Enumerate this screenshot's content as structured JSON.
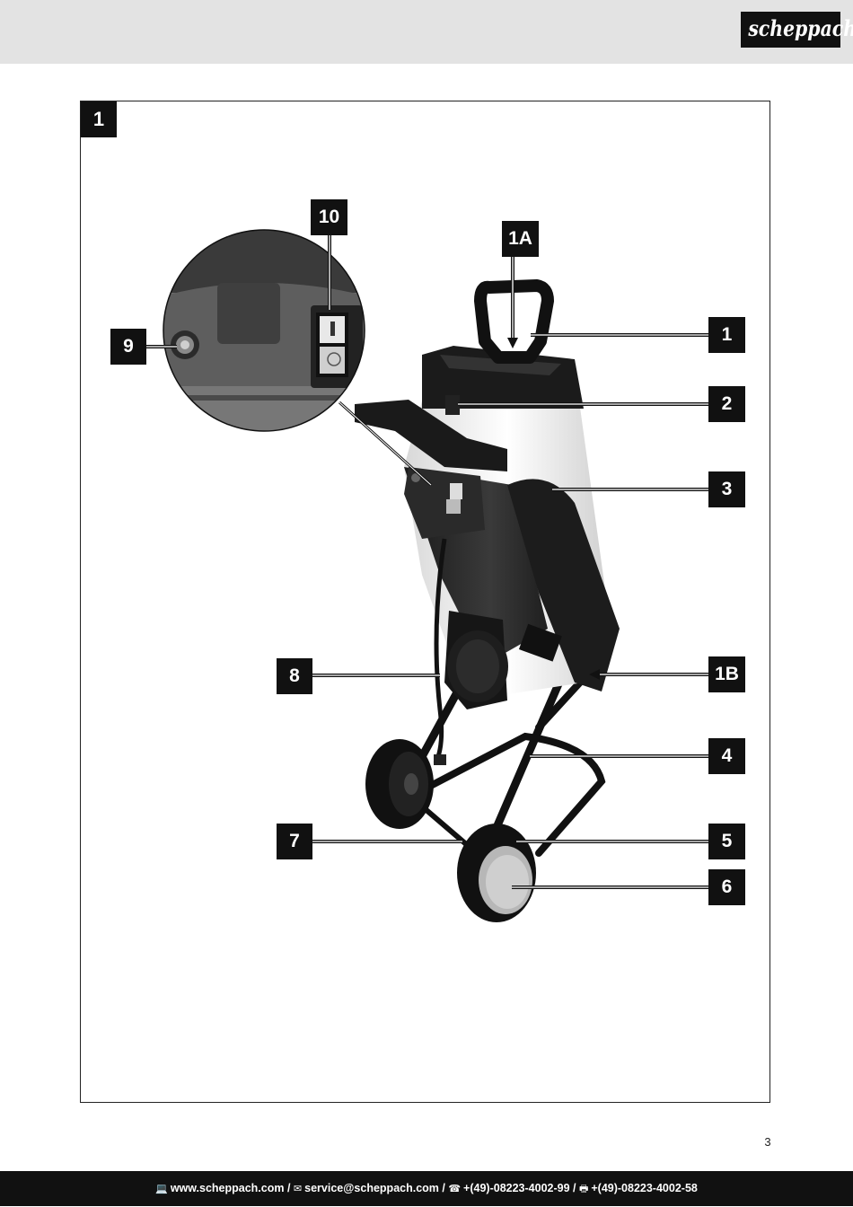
{
  "header": {
    "brand": "scheppach"
  },
  "figure": {
    "number": "1"
  },
  "callouts": [
    {
      "id": "10",
      "label": "10"
    },
    {
      "id": "1A",
      "label": "1A"
    },
    {
      "id": "9",
      "label": "9"
    },
    {
      "id": "1",
      "label": "1"
    },
    {
      "id": "2",
      "label": "2"
    },
    {
      "id": "3",
      "label": "3"
    },
    {
      "id": "8",
      "label": "8"
    },
    {
      "id": "1B",
      "label": "1B"
    },
    {
      "id": "4",
      "label": "4"
    },
    {
      "id": "7",
      "label": "7"
    },
    {
      "id": "5",
      "label": "5"
    },
    {
      "id": "6",
      "label": "6"
    }
  ],
  "page_number": "3",
  "footer": {
    "web_icon": "computer-icon",
    "web": "www.scheppach.com /",
    "mail_icon": "mail-icon",
    "mail": "service@scheppach.com /",
    "phone_icon": "phone-icon",
    "phone": "+(49)-08223-4002-99 /",
    "fax_icon": "fax-icon",
    "fax": "+(49)-08223-4002-58"
  }
}
